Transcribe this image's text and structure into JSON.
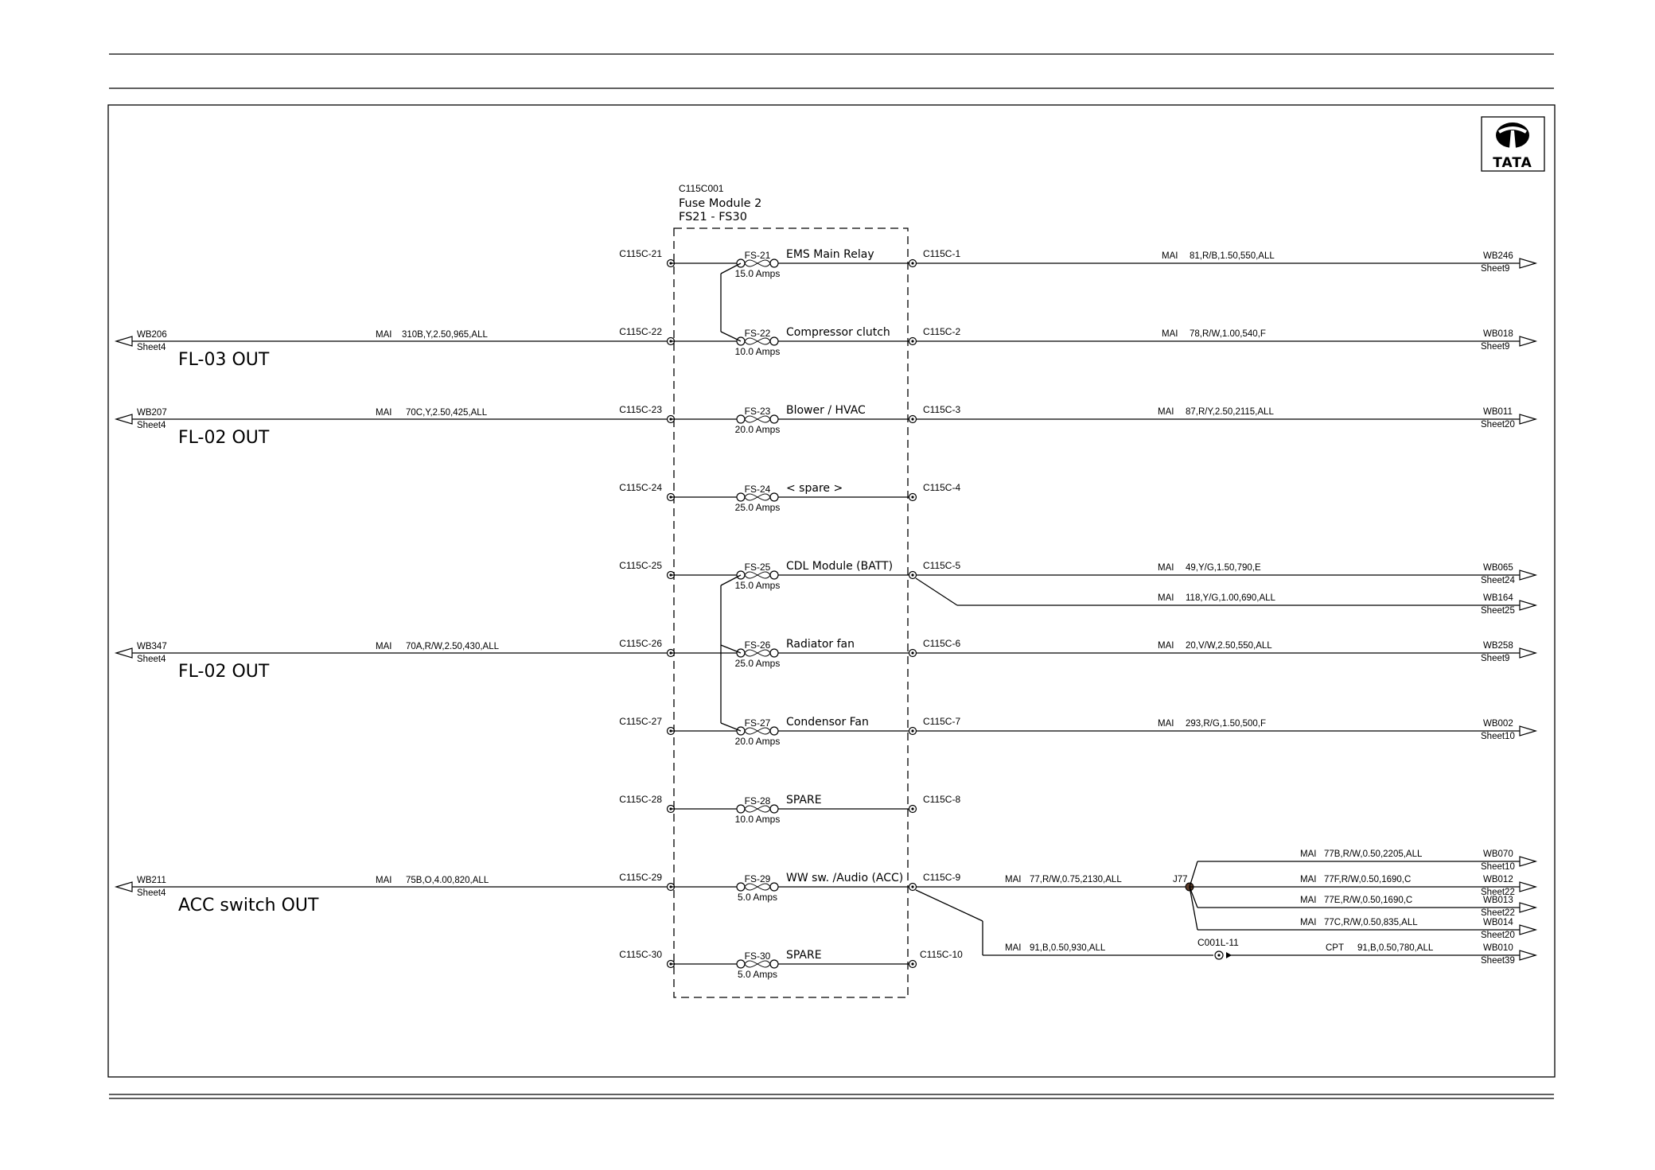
{
  "module": {
    "id": "C115C001",
    "name": "Fuse Module 2",
    "range": "FS21 - FS30"
  },
  "logo": {
    "text": "TATA"
  },
  "fuses": [
    {
      "in": "C115C-21",
      "id": "FS-21",
      "rating": "15.0 Amps",
      "desc": "EMS Main Relay",
      "out": "C115C-1"
    },
    {
      "in": "C115C-22",
      "id": "FS-22",
      "rating": "10.0 Amps",
      "desc": "Compressor clutch",
      "out": "C115C-2"
    },
    {
      "in": "C115C-23",
      "id": "FS-23",
      "rating": "20.0 Amps",
      "desc": "Blower / HVAC",
      "out": "C115C-3"
    },
    {
      "in": "C115C-24",
      "id": "FS-24",
      "rating": "25.0 Amps",
      "desc": "< spare >",
      "out": "C115C-4"
    },
    {
      "in": "C115C-25",
      "id": "FS-25",
      "rating": "15.0 Amps",
      "desc": "CDL Module (BATT)",
      "out": "C115C-5"
    },
    {
      "in": "C115C-26",
      "id": "FS-26",
      "rating": "25.0 Amps",
      "desc": "Radiator fan",
      "out": "C115C-6"
    },
    {
      "in": "C115C-27",
      "id": "FS-27",
      "rating": "20.0 Amps",
      "desc": "Condensor Fan",
      "out": "C115C-7"
    },
    {
      "in": "C115C-28",
      "id": "FS-28",
      "rating": "10.0 Amps",
      "desc": "SPARE",
      "out": "C115C-8"
    },
    {
      "in": "C115C-29",
      "id": "FS-29",
      "rating": "5.0 Amps",
      "desc": "WW sw. /Audio (ACC)",
      "out": "C115C-9"
    },
    {
      "in": "C115C-30",
      "id": "FS-30",
      "rating": "5.0 Amps",
      "desc": "SPARE",
      "out": "C115C-10"
    }
  ],
  "left_feeds": [
    {
      "fuse_index": 1,
      "ref": "WB206",
      "sheet": "Sheet4",
      "harness": "MAI",
      "wire": "310B,Y,2.50,965,ALL",
      "caption": "FL-03 OUT"
    },
    {
      "fuse_index": 2,
      "ref": "WB207",
      "sheet": "Sheet4",
      "harness": "MAI",
      "wire": "70C,Y,2.50,425,ALL",
      "caption": "FL-02 OUT"
    },
    {
      "fuse_index": 5,
      "ref": "WB347",
      "sheet": "Sheet4",
      "harness": "MAI",
      "wire": "70A,R/W,2.50,430,ALL",
      "caption": "FL-02 OUT"
    },
    {
      "fuse_index": 8,
      "ref": "WB211",
      "sheet": "Sheet4",
      "harness": "MAI",
      "wire": "75B,O,4.00,820,ALL",
      "caption": "ACC switch OUT"
    }
  ],
  "right_outputs": [
    {
      "ref": "WB246",
      "sheet": "Sheet9",
      "harness": "MAI",
      "wire": "81,R/B,1.50,550,ALL"
    },
    {
      "ref": "WB018",
      "sheet": "Sheet9",
      "harness": "MAI",
      "wire": "78,R/W,1.00,540,F"
    },
    {
      "ref": "WB011",
      "sheet": "Sheet20",
      "harness": "MAI",
      "wire": "87,R/Y,2.50,2115,ALL"
    },
    {
      "ref": "WB065",
      "sheet": "Sheet24",
      "harness": "MAI",
      "wire": "49,Y/G,1.50,790,E"
    },
    {
      "ref": "WB164",
      "sheet": "Sheet25",
      "harness": "MAI",
      "wire": "118,Y/G,1.00,690,ALL"
    },
    {
      "ref": "WB258",
      "sheet": "Sheet9",
      "harness": "MAI",
      "wire": "20,V/W,2.50,550,ALL"
    },
    {
      "ref": "WB002",
      "sheet": "Sheet10",
      "harness": "MAI",
      "wire": "293,R/G,1.50,500,F"
    },
    {
      "ref": "WB070",
      "sheet": "Sheet10",
      "harness": "MAI",
      "wire": "77B,R/W,0.50,2205,ALL"
    },
    {
      "ref": "WB012",
      "sheet": "Sheet22",
      "harness": "MAI",
      "wire": "77F,R/W,0.50,1690,C"
    },
    {
      "ref": "WB013",
      "sheet": "Sheet22",
      "harness": "MAI",
      "wire": "77E,R/W,0.50,1690,C"
    },
    {
      "ref": "WB014",
      "sheet": "Sheet20",
      "harness": "MAI",
      "wire": "77C,R/W,0.50,835,ALL"
    },
    {
      "ref": "WB010",
      "sheet": "Sheet39",
      "harness": "CPT",
      "wire": "91,B,0.50,780,ALL"
    }
  ],
  "splice": {
    "id": "J77",
    "harness": "MAI",
    "wire": "77,R/W,0.75,2130,ALL"
  },
  "connector": {
    "id": "C001L-11",
    "harness": "MAI",
    "wire": "91,B,0.50,930,ALL"
  }
}
